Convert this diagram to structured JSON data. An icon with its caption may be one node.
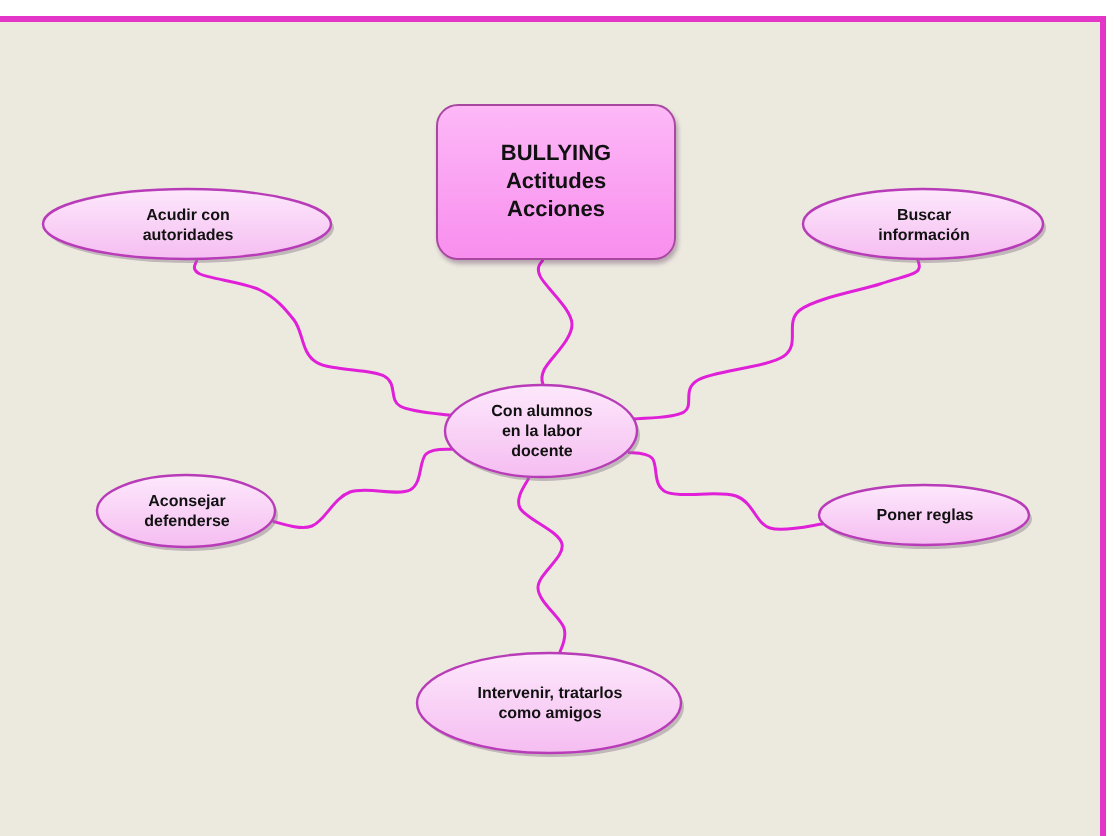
{
  "diagram": {
    "nodes": [
      {
        "text": [
          "BULLYING Actitudes Acciones"
        ]
      },
      {
        "text": [
          "Acudir con autoridades"
        ]
      },
      {
        "text": [
          "Buscar información"
        ]
      },
      {
        "text": [
          "Con alumnos en la labor docente"
        ]
      },
      {
        "text": [
          "Aconsejar defenderse"
        ]
      },
      {
        "text": [
          "Poner reglas"
        ]
      },
      {
        "text": [
          "Intervenir, tratarlos como amigos"
        ]
      }
    ],
    "edges": [
      {
        "from": 0,
        "to": 3,
        "arrow": "none"
      },
      {
        "from": 3,
        "to": 1,
        "arrow": "none"
      },
      {
        "from": 3,
        "to": 2,
        "arrow": "none"
      },
      {
        "from": 3,
        "to": 4,
        "arrow": "none"
      },
      {
        "from": 3,
        "to": 5,
        "arrow": "none"
      },
      {
        "from": 3,
        "to": 6,
        "arrow": "none"
      }
    ]
  }
}
